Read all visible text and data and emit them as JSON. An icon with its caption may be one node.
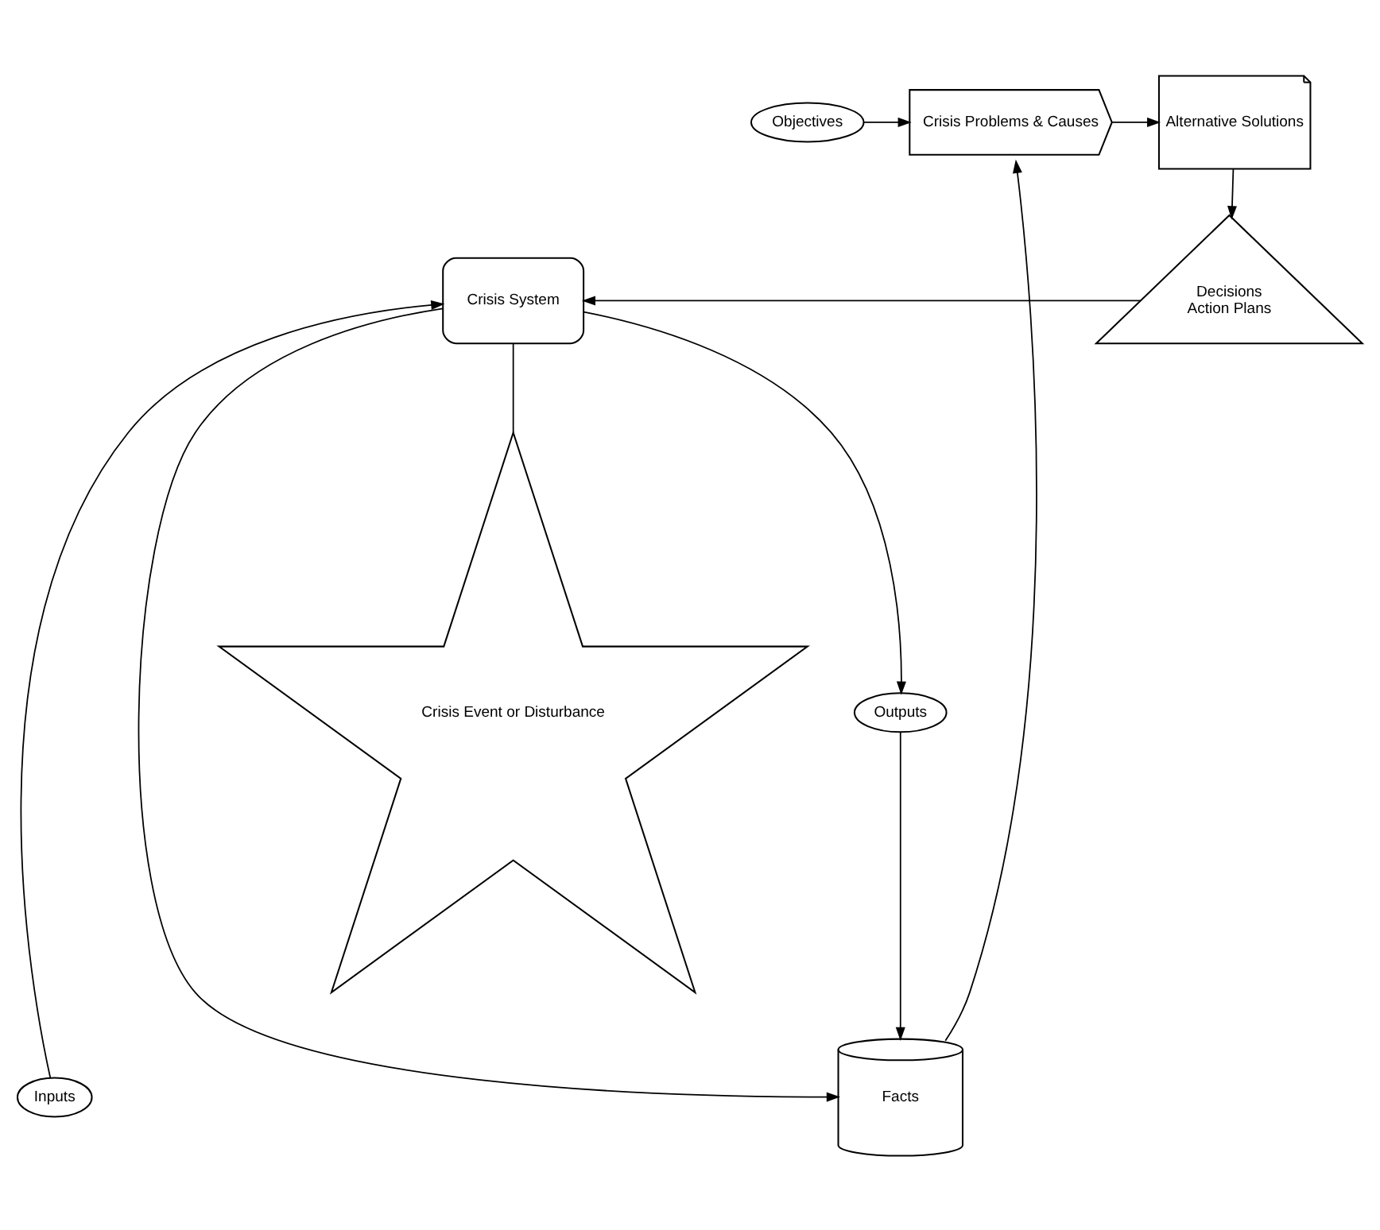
{
  "diagram": {
    "nodes": [
      {
        "text": [
          "Objectives"
        ]
      },
      {
        "text": [
          "Crisis Problems & Causes"
        ]
      },
      {
        "text": [
          "Alternative Solutions"
        ]
      },
      {
        "text": [
          "Facts"
        ]
      },
      {
        "text": [
          "Inputs"
        ]
      },
      {
        "text": [
          "Decisions",
          "Action Plans"
        ]
      },
      {
        "text": [
          "Crisis System"
        ]
      },
      {
        "text": [
          "Crisis Event or Disturbance"
        ]
      },
      {
        "text": [
          "Outputs"
        ]
      }
    ],
    "edges": [
      {
        "from": 0,
        "to": 1,
        "arrow": "to"
      },
      {
        "from": 1,
        "to": 2,
        "arrow": "to"
      },
      {
        "from": 2,
        "to": 5,
        "arrow": "to"
      },
      {
        "from": 5,
        "to": 6,
        "arrow": "to"
      },
      {
        "from": 4,
        "to": 6,
        "arrow": "to"
      },
      {
        "from": 6,
        "to": 3,
        "arrow": "to"
      },
      {
        "from": 3,
        "to": 1,
        "arrow": "to"
      },
      {
        "from": 6,
        "to": 8,
        "arrow": "to"
      },
      {
        "from": 8,
        "to": 3,
        "arrow": "to"
      },
      {
        "from": 6,
        "to": 7,
        "arrow": "none"
      }
    ]
  }
}
